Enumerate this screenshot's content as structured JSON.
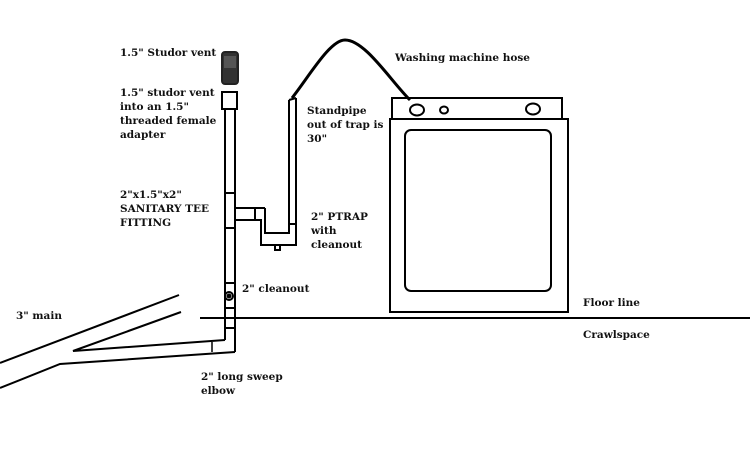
{
  "labels": {
    "studor_vent": "1.5\"  Studor vent",
    "adapter": "1.5\"  studor vent\ninto an 1.5\"\nthreaded female\nadapter",
    "sanitary_tee": "2\"x1.5\"x2\"\nSANITARY TEE\nFITTING",
    "standpipe": "Standpipe\nout of trap is\n30\"",
    "ptrap": "2\" PTRAP\nwith\ncleanout",
    "cleanout": "2\" cleanout",
    "main": "3\" main",
    "elbow": "2\" long sweep\nelbow",
    "hose": "Washing machine hose",
    "floor": "Floor line",
    "crawlspace": "Crawlspace"
  }
}
